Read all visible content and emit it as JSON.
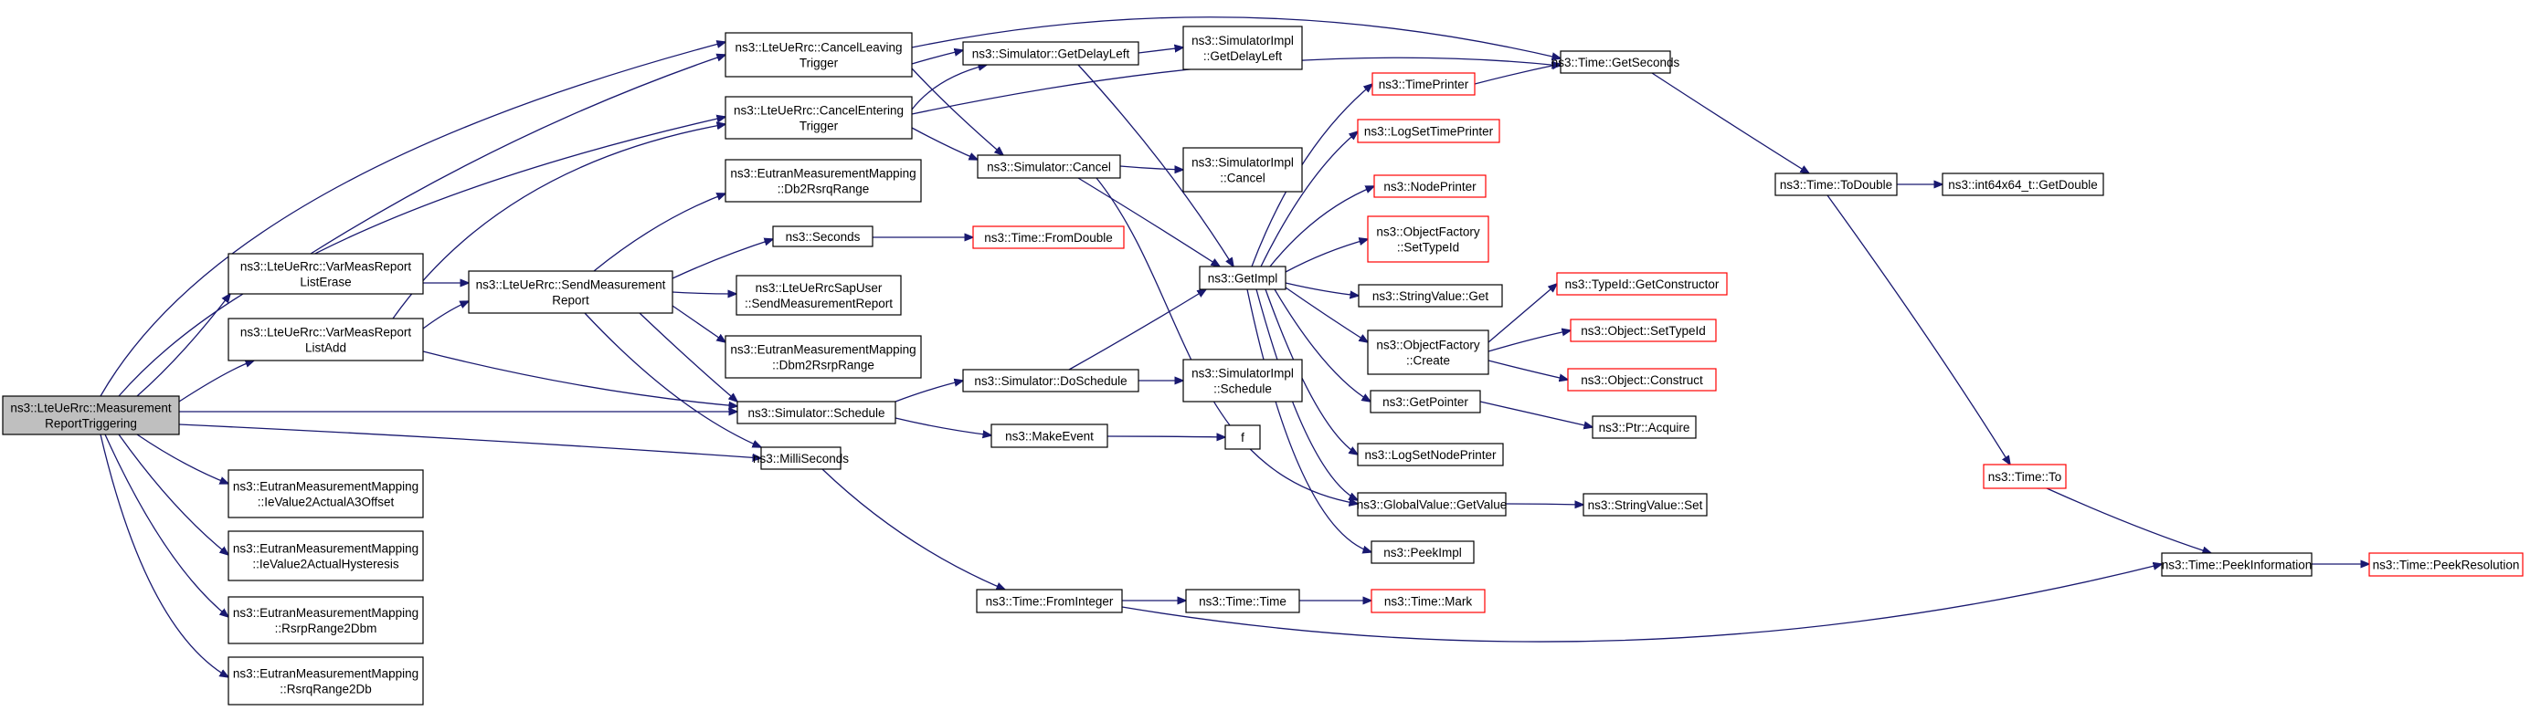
{
  "colors": {
    "edge": "#191970",
    "external_border": "#ff0000",
    "root_fill": "#bfbfbf"
  },
  "nodes": {
    "root": [
      "ns3::LteUeRrc::Measurement",
      "ReportTriggering"
    ],
    "cancelLeaving": [
      "ns3::LteUeRrc::CancelLeaving",
      "Trigger"
    ],
    "cancelEntering": [
      "ns3::LteUeRrc::CancelEntering",
      "Trigger"
    ],
    "db2rsrq": [
      "ns3::EutranMeasurementMapping",
      "::Db2RsrqRange"
    ],
    "varErase": [
      "ns3::LteUeRrc::VarMeasReport",
      "ListErase"
    ],
    "varAdd": [
      "ns3::LteUeRrc::VarMeasReport",
      "ListAdd"
    ],
    "ie2a3": [
      "ns3::EutranMeasurementMapping",
      "::IeValue2ActualA3Offset"
    ],
    "ie2hyst": [
      "ns3::EutranMeasurementMapping",
      "::IeValue2ActualHysteresis"
    ],
    "rsrp2dbm": [
      "ns3::EutranMeasurementMapping",
      "::RsrpRange2Dbm"
    ],
    "rsrq2db": [
      "ns3::EutranMeasurementMapping",
      "::RsrqRange2Db"
    ],
    "sendMeas": [
      "ns3::LteUeRrc::SendMeasurement",
      "Report"
    ],
    "dbm2rsrp": [
      "ns3::EutranMeasurementMapping",
      "::Dbm2RsrpRange"
    ],
    "seconds": [
      "ns3::Seconds"
    ],
    "sapUser": [
      "ns3::LteUeRrcSapUser",
      "::SendMeasurementReport"
    ],
    "schedule": [
      "ns3::Simulator::Schedule"
    ],
    "milli": [
      "ns3::MilliSeconds"
    ],
    "getDelayLeft": [
      "ns3::Simulator::GetDelayLeft"
    ],
    "cancel": [
      "ns3::Simulator::Cancel"
    ],
    "doSchedule": [
      "ns3::Simulator::DoSchedule"
    ],
    "makeEvent": [
      "ns3::MakeEvent"
    ],
    "fromInteger": [
      "ns3::Time::FromInteger"
    ],
    "implDelayLeft": [
      "ns3::SimulatorImpl",
      "::GetDelayLeft"
    ],
    "implCancel": [
      "ns3::SimulatorImpl",
      "::Cancel"
    ],
    "implSchedule": [
      "ns3::SimulatorImpl",
      "::Schedule"
    ],
    "f": [
      "f"
    ],
    "timeTime": [
      "ns3::Time::Time"
    ],
    "fromDouble": [
      "ns3::Time::FromDouble"
    ],
    "getImpl": [
      "ns3::GetImpl"
    ],
    "timePrinter": [
      "ns3::TimePrinter"
    ],
    "logSetTimePrinter": [
      "ns3::LogSetTimePrinter"
    ],
    "nodePrinter": [
      "ns3::NodePrinter"
    ],
    "ofSetTypeId": [
      "ns3::ObjectFactory",
      "::SetTypeId"
    ],
    "svGet": [
      "ns3::StringValue::Get"
    ],
    "ofCreate": [
      "ns3::ObjectFactory",
      "::Create"
    ],
    "getPointer": [
      "ns3::GetPointer"
    ],
    "logSetNodePrinter": [
      "ns3::LogSetNodePrinter"
    ],
    "gvGetValue": [
      "ns3::GlobalValue::GetValue"
    ],
    "peekImpl": [
      "ns3::PeekImpl"
    ],
    "timeMark": [
      "ns3::Time::Mark"
    ],
    "getSeconds": [
      "ns3::Time::GetSeconds"
    ],
    "getConstructor": [
      "ns3::TypeId::GetConstructor"
    ],
    "objSetTypeId": [
      "ns3::Object::SetTypeId"
    ],
    "objConstruct": [
      "ns3::Object::Construct"
    ],
    "ptrAcquire": [
      "ns3::Ptr::Acquire"
    ],
    "svSet": [
      "ns3::StringValue::Set"
    ],
    "toDouble": [
      "ns3::Time::ToDouble"
    ],
    "int64GetDouble": [
      "ns3::int64x64_t::GetDouble"
    ],
    "timeTo": [
      "ns3::Time::To"
    ],
    "peekInfo": [
      "ns3::Time::PeekInformation"
    ],
    "peekRes": [
      "ns3::Time::PeekResolution"
    ]
  }
}
